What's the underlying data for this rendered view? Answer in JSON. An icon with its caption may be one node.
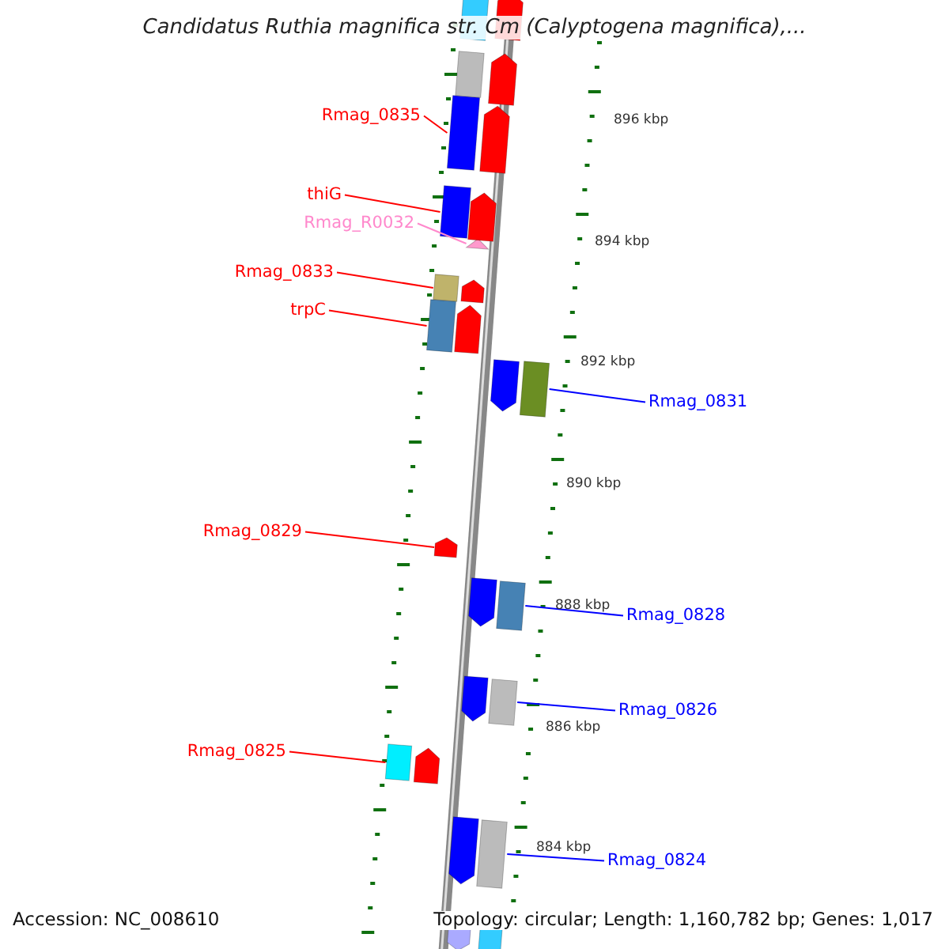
{
  "diagram": {
    "title": "Candidatus Ruthia magnifica str. Cm (Calyptogena magnifica),...",
    "nodes": [
      {
        "text": [
          "Rmag_0835"
        ]
      },
      {
        "text": [],
        "shape": "bar"
      },
      {
        "text": [
          "thiG"
        ]
      },
      {
        "text": [],
        "shape": "bar"
      },
      {
        "text": [
          "Rmag_R0032"
        ]
      },
      {
        "text": [],
        "shape": "bar"
      },
      {
        "text": [
          "Rmag_0833"
        ]
      },
      {
        "text": [],
        "shape": "bar"
      },
      {
        "text": [
          "trpC"
        ]
      },
      {
        "text": [],
        "shape": "bar"
      },
      {
        "text": [
          "Rmag_0831"
        ]
      },
      {
        "text": [],
        "shape": "bar"
      },
      {
        "text": [
          "Rmag_0829"
        ]
      },
      {
        "text": [],
        "shape": "bar"
      },
      {
        "text": [
          "Rmag_0828"
        ]
      },
      {
        "text": [],
        "shape": "bar"
      },
      {
        "text": [
          "Rmag_0826"
        ]
      },
      {
        "text": [],
        "shape": "bar"
      },
      {
        "text": [
          "Rmag_0825"
        ]
      },
      {
        "text": [],
        "shape": "bar"
      },
      {
        "text": [
          "Rmag_0824"
        ]
      },
      {
        "text": [],
        "shape": "bar"
      },
      {
        "text": [],
        "shape": "bar"
      },
      {
        "text": [],
        "shape": "bar"
      },
      {
        "text": [],
        "shape": "bar"
      },
      {
        "text": [],
        "shape": "bar"
      },
      {
        "text": [],
        "shape": "bar"
      },
      {
        "text": [],
        "shape": "bar"
      },
      {
        "text": [],
        "shape": "bar"
      },
      {
        "text": [],
        "shape": "bar"
      },
      {
        "text": [],
        "shape": "bar"
      },
      {
        "text": [],
        "shape": "bar"
      },
      {
        "text": [],
        "shape": "bar"
      },
      {
        "text": [],
        "shape": "bar"
      },
      {
        "text": [],
        "shape": "bar"
      },
      {
        "text": [],
        "shape": "bar"
      },
      {
        "text": [],
        "shape": "bar"
      }
    ],
    "edges": [
      {
        "from": 0,
        "to": 1,
        "arrow": "none"
      },
      {
        "from": 2,
        "to": 3,
        "arrow": "none"
      },
      {
        "from": 4,
        "to": 5,
        "arrow": "none",
        "color": "#ff88cc"
      },
      {
        "from": 6,
        "to": 7,
        "arrow": "none"
      },
      {
        "from": 8,
        "to": 9,
        "arrow": "none"
      },
      {
        "from": 10,
        "to": 11,
        "arrow": "none",
        "color": "#0000ff"
      },
      {
        "from": 12,
        "to": 13,
        "arrow": "none"
      },
      {
        "from": 14,
        "to": 15,
        "arrow": "none",
        "color": "#0000ff"
      },
      {
        "from": 16,
        "to": 17,
        "arrow": "none",
        "color": "#0000ff"
      },
      {
        "from": 18,
        "to": 19,
        "arrow": "none"
      },
      {
        "from": 20,
        "to": 21,
        "arrow": "none",
        "color": "#0000ff"
      }
    ],
    "labels": [
      "896 kbp",
      "894 kbp",
      "892 kbp",
      "890 kbp",
      "888 kbp",
      "886 kbp",
      "884 kbp",
      "Accession: NC_008610",
      "Topology: circular; Length: 1,160,782 bp; Genes: 1,017"
    ]
  }
}
